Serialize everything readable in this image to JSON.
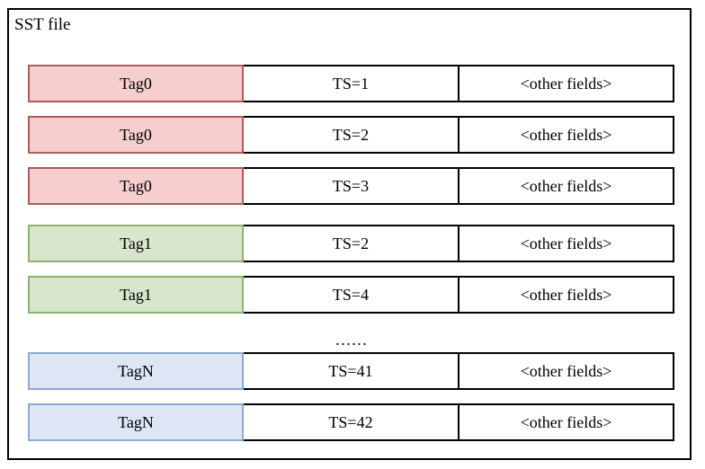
{
  "diagram": {
    "title": "SST file",
    "separator": "……",
    "colors": {
      "pink_fill": "#f6cece",
      "pink_border": "#b05a5a",
      "green_fill": "#d8e6cd",
      "green_border": "#8fb071",
      "blue_fill": "#dce6f5",
      "blue_border": "#8fa8d0",
      "frame": "#000000"
    },
    "rows": [
      {
        "tag": "Tag0",
        "ts": "TS=1",
        "other": "<other fields>",
        "color": "pink"
      },
      {
        "tag": "Tag0",
        "ts": "TS=2",
        "other": "<other fields>",
        "color": "pink"
      },
      {
        "tag": "Tag0",
        "ts": "TS=3",
        "other": "<other fields>",
        "color": "pink"
      },
      {
        "tag": "Tag1",
        "ts": "TS=2",
        "other": "<other fields>",
        "color": "green"
      },
      {
        "tag": "Tag1",
        "ts": "TS=4",
        "other": "<other fields>",
        "color": "green"
      },
      {
        "tag": "TagN",
        "ts": "TS=41",
        "other": "<other fields>",
        "color": "blue"
      },
      {
        "tag": "TagN",
        "ts": "TS=42",
        "other": "<other fields>",
        "color": "blue"
      }
    ]
  }
}
